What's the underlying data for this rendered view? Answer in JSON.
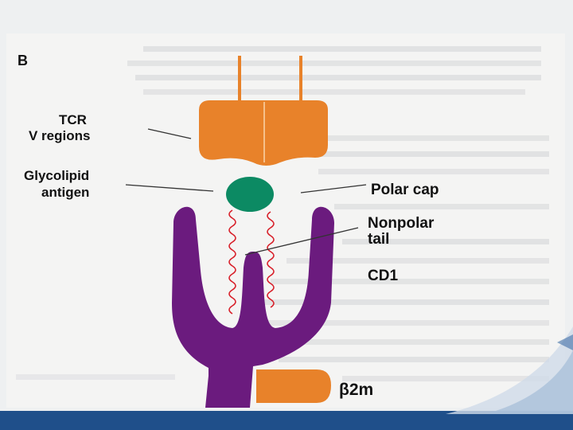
{
  "panel_letter": "B",
  "labels": {
    "tcr": [
      "TCR",
      "V regions"
    ],
    "glycolipid": [
      "Glycolipid",
      "antigen"
    ],
    "polar_cap": "Polar cap",
    "nonpolar_tail": [
      "Nonpolar",
      "tail"
    ],
    "cd1": "CD1",
    "b2m": "β2m"
  },
  "colors": {
    "tcr": "#e8822a",
    "cd1": "#6b1b7e",
    "polar_cap": "#0c8a63",
    "tail": "#d8202a",
    "b2m": "#e8822a",
    "slide_bar": "#1f4f8a"
  }
}
